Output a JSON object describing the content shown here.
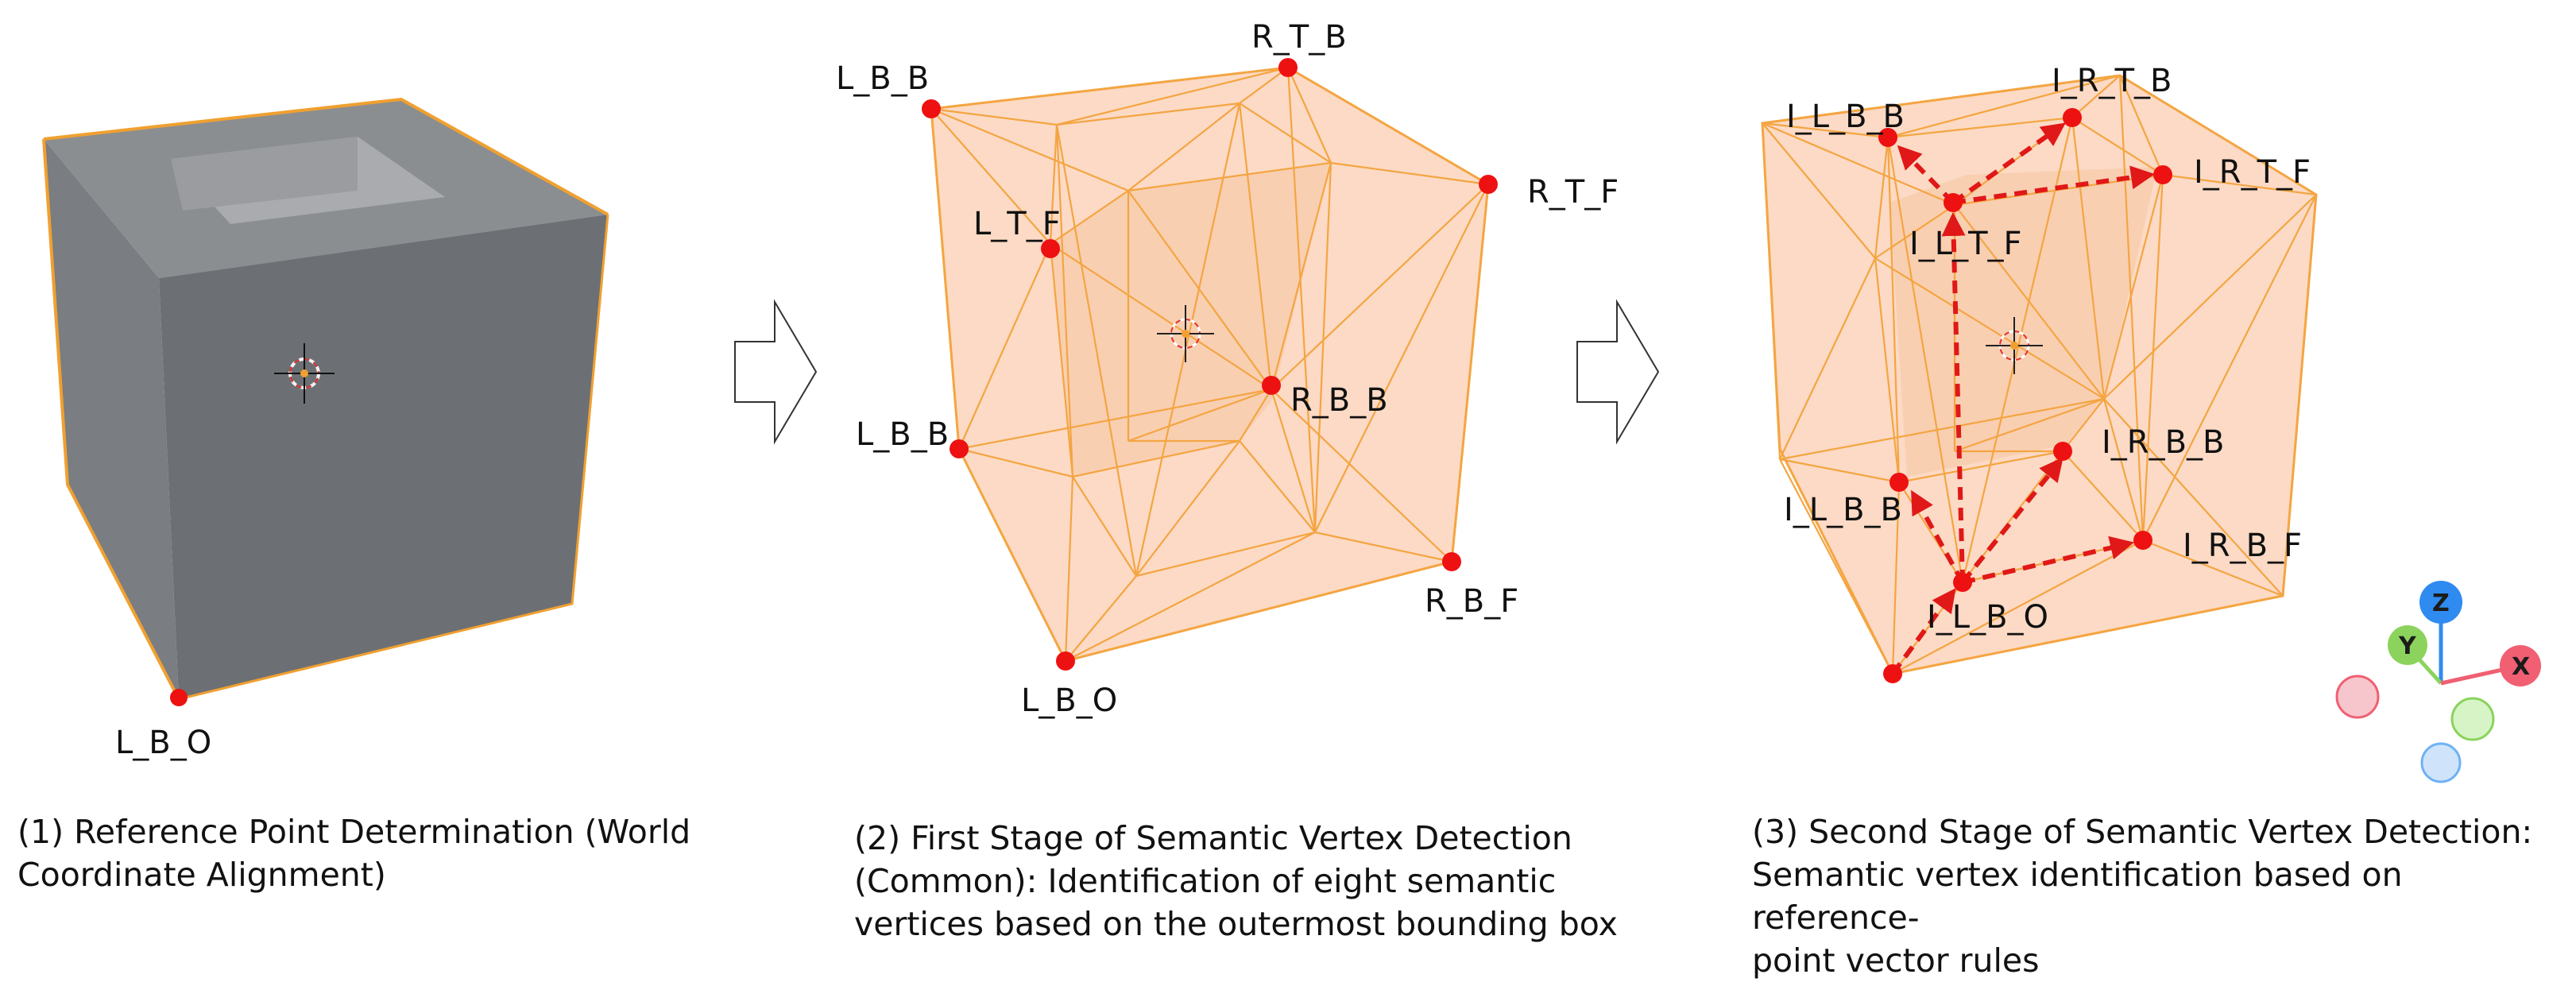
{
  "colors": {
    "hull_fill": "#fbd4bb",
    "hull_stroke": "#f4a542",
    "vertex": "#ee1111",
    "arrow": "#e01818",
    "cube_front": "#6c7074",
    "cube_top": "#8b8e91",
    "cube_side": "#7d8084",
    "cube_outline": "#f0a030",
    "gizmo_z": "#2f8bf0",
    "gizmo_y": "#8bd35c",
    "gizmo_x": "#f05f72"
  },
  "panel1": {
    "vertex_labels": [
      "L_B_O"
    ],
    "caption": "(1) Reference Point Determination (World\nCoordinate Alignment)"
  },
  "panel2": {
    "vertex_labels": [
      "R_T_B",
      "L_B_B",
      "R_T_F",
      "L_T_F",
      "R_B_B",
      "L_B_B",
      "R_B_F",
      "L_B_O"
    ],
    "caption": "(2) First Stage of Semantic Vertex Detection\n(Common): Identification of eight semantic\nvertices based on the outermost bounding box"
  },
  "panel3": {
    "vertex_labels": [
      "I_R_T_B",
      "I_L_B_B",
      "I_R_T_F",
      "I_L_T_F",
      "I_R_B_B",
      "I_L_B_B",
      "I_R_B_F",
      "I_L_B_O"
    ],
    "caption": "(3) Second Stage of Semantic Vertex Detection:\nSemantic vertex identification based on reference-\npoint vector rules"
  },
  "gizmo": {
    "axes": [
      "Z",
      "Y",
      "X"
    ]
  }
}
